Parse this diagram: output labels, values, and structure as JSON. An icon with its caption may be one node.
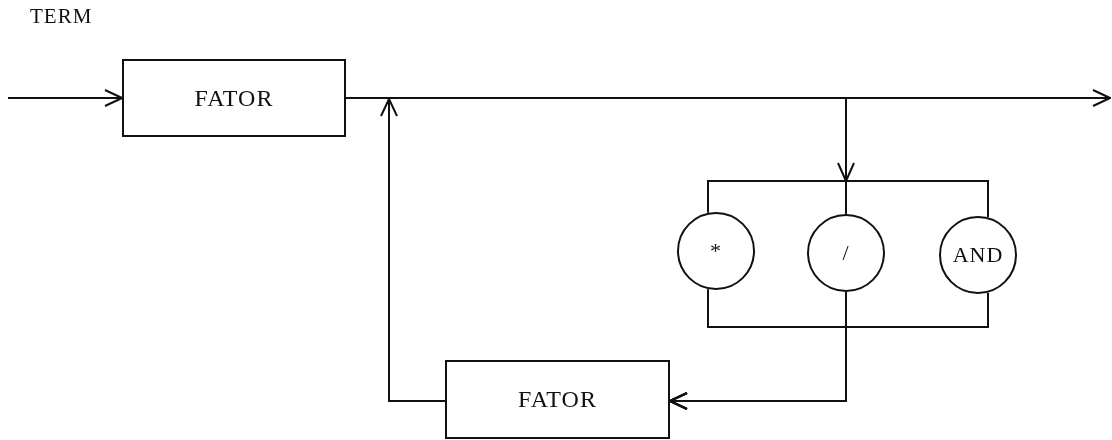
{
  "diagram": {
    "title": "TERM",
    "nodes": [
      {
        "text": [
          "FATOR"
        ]
      },
      {
        "text": [
          "*"
        ]
      },
      {
        "text": [
          "/"
        ]
      },
      {
        "text": [
          "AND"
        ]
      },
      {
        "text": [
          "FATOR"
        ]
      }
    ],
    "edges": [
      {
        "from": null,
        "to": 0,
        "arrow": "to"
      },
      {
        "from": 0,
        "to": null,
        "arrow": "to"
      },
      {
        "from": 0,
        "to": 1,
        "arrow": "to"
      },
      {
        "from": 0,
        "to": 2,
        "arrow": "to"
      },
      {
        "from": 0,
        "to": 3,
        "arrow": "to"
      },
      {
        "from": 1,
        "to": 4,
        "arrow": "to"
      },
      {
        "from": 2,
        "to": 4,
        "arrow": "to"
      },
      {
        "from": 3,
        "to": 4,
        "arrow": "to"
      },
      {
        "from": 4,
        "to": null,
        "arrow": "to"
      }
    ]
  }
}
